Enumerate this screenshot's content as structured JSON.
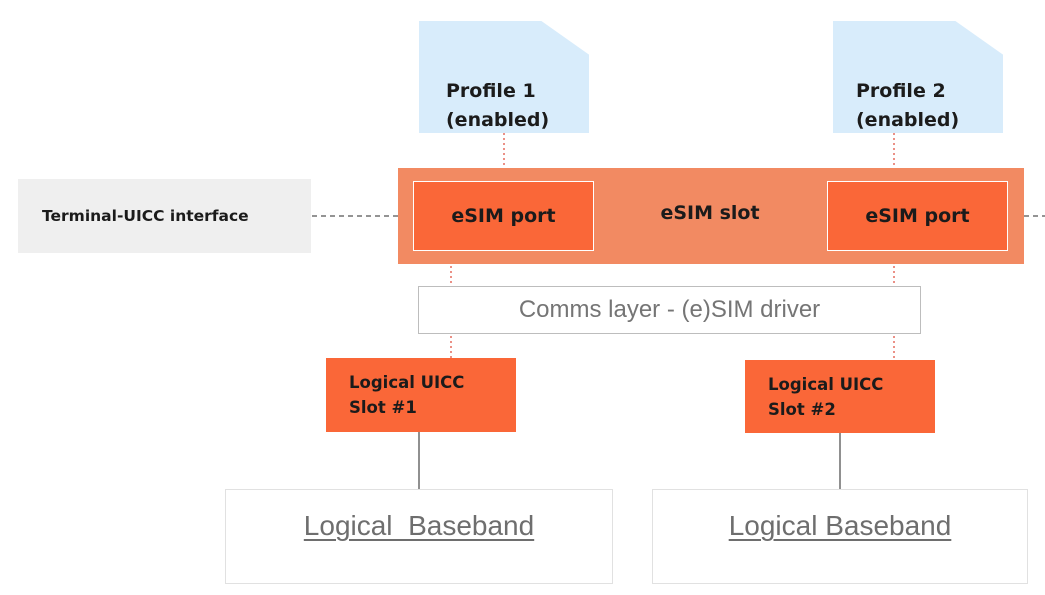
{
  "profiles": [
    {
      "line1": "Profile 1",
      "line2": "(enabled)"
    },
    {
      "line1": "Profile 2",
      "line2": "(enabled)"
    }
  ],
  "terminal_interface": {
    "label": "Terminal-UICC interface"
  },
  "esim_slot": {
    "label": "eSIM slot"
  },
  "esim_ports": [
    {
      "label": "eSIM port"
    },
    {
      "label": "eSIM port"
    }
  ],
  "comms_layer": {
    "label": "Comms layer - (e)SIM driver"
  },
  "logical_uicc_slots": [
    {
      "line1": "Logical UICC",
      "line2": "Slot #1"
    },
    {
      "line1": "Logical UICC",
      "line2": "Slot #2"
    }
  ],
  "logical_basebands": [
    {
      "label": "Logical  Baseband"
    },
    {
      "label": "Logical Baseband"
    }
  ],
  "colors": {
    "profile_fill": "#d8ecfb",
    "slot_fill": "#f28a62",
    "port_fill": "#fa6738",
    "terminal_fill": "#efefef",
    "connector_dotted": "#e05545",
    "connector_dashed": "#555555"
  }
}
